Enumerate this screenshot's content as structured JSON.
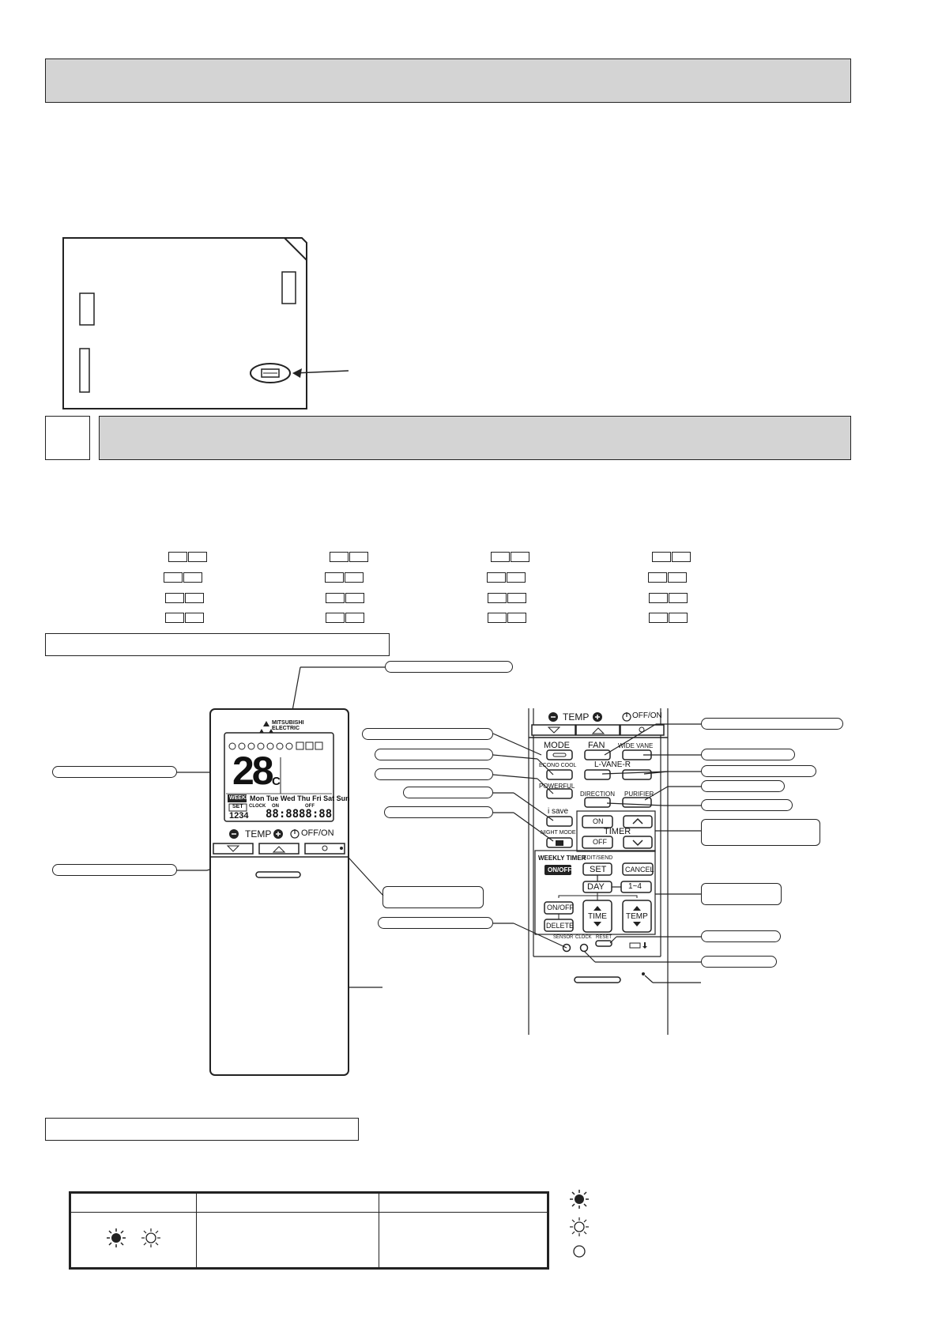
{
  "remote_left": {
    "brand_line1": "MITSUBISHI",
    "brand_line2": "ELECTRIC",
    "lcd_temperature": "28",
    "lcd_unit": "°C",
    "weekly_badge": "WEEKLY",
    "days": "Mon Tue Wed Thu Fri Sat Sun",
    "set_badge": "SET",
    "clock_label": "CLOCK",
    "timer_on": "ON",
    "timer_off": "OFF",
    "day_numbers": "1234",
    "lcd_time_1": "88:88",
    "lcd_time_2": "88:88",
    "temp_label": "TEMP",
    "offon_label": "OFF/ON"
  },
  "remote_right": {
    "temp_label": "TEMP",
    "offon_label": "OFF/ON",
    "mode": "MODE",
    "fan": "FAN",
    "wide_vane": "WIDE VANE",
    "econo_cool": "ECONO COOL",
    "l_vane_r": "L-VANE-R",
    "powerful": "POWERFUL",
    "direction": "DIRECTION",
    "purifier": "PURIFIER",
    "isave": "i save",
    "night_mode": "NIGHT MODE",
    "timer_on": "ON",
    "timer": "TIMER",
    "timer_off": "OFF",
    "weekly_timer": "WEEKLY TIMER",
    "weekly_onoff": "ON/OFF",
    "edit_send": "EDIT/SEND",
    "set": "SET",
    "cancel": "CANCEL",
    "day": "DAY",
    "range": "1~4",
    "onoff": "ON/OFF",
    "delete": "DELETE",
    "time": "TIME",
    "temp_btn": "TEMP",
    "sensor": "SENSOR",
    "clock": "CLOCK",
    "reset": "RESET"
  },
  "colors": {
    "header_bar": "#d4d4d4",
    "line": "#222222"
  },
  "legend_icons": [
    "lamp-on-icon",
    "lamp-blinking-icon",
    "lamp-off-icon"
  ]
}
